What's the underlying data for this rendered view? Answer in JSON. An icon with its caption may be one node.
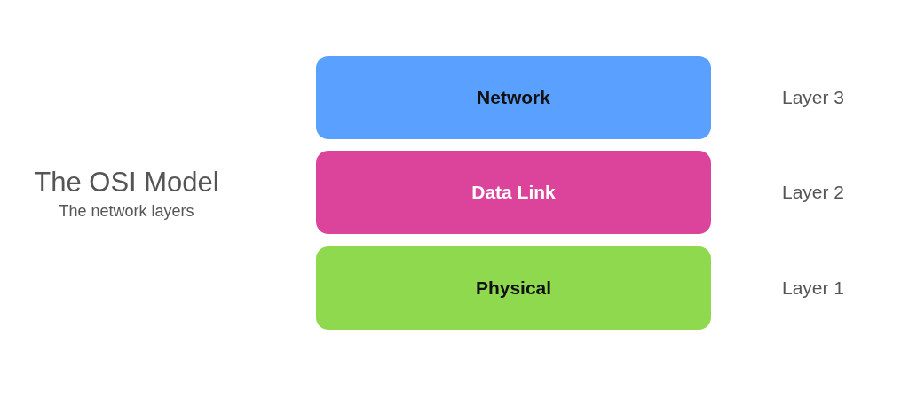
{
  "diagram": {
    "title": "The OSI Model",
    "nodes": [
      {
        "text": [
          "Network"
        ],
        "beside": [
          "Layer 3"
        ]
      },
      {
        "text": [
          "Data Link"
        ],
        "beside": [
          "Layer 2"
        ]
      },
      {
        "text": [
          "Physical"
        ],
        "beside": [
          "Layer 1"
        ]
      }
    ],
    "labels": [
      "The network layers"
    ]
  }
}
